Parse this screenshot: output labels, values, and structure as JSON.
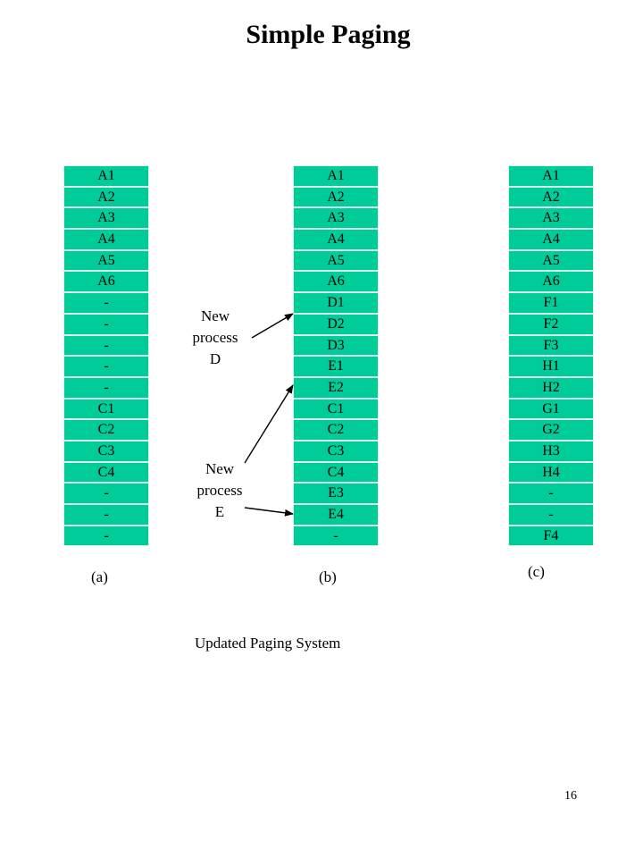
{
  "title": "Simple Paging",
  "columns": [
    {
      "label": "(a)",
      "frames": [
        "A1",
        "A2",
        "A3",
        "A4",
        "A5",
        "A6",
        "-",
        "-",
        "-",
        "-",
        "-",
        "C1",
        "C2",
        "C3",
        "C4",
        "-",
        "-",
        "-"
      ]
    },
    {
      "label": "(b)",
      "frames": [
        "A1",
        "A2",
        "A3",
        "A4",
        "A5",
        "A6",
        "D1",
        "D2",
        "D3",
        "E1",
        "E2",
        "C1",
        "C2",
        "C3",
        "C4",
        "E3",
        "E4",
        "-"
      ]
    },
    {
      "label": "(c)",
      "frames": [
        "A1",
        "A2",
        "A3",
        "A4",
        "A5",
        "A6",
        "F1",
        "F2",
        "F3",
        "H1",
        "H2",
        "G1",
        "G2",
        "H3",
        "H4",
        "-",
        "-",
        "F4"
      ]
    }
  ],
  "annotations": {
    "process_d": [
      "New",
      "process",
      "D"
    ],
    "process_e": [
      "New",
      "process",
      "E"
    ]
  },
  "caption": "Updated Paging System",
  "page_number": "16",
  "colors": {
    "frame_fill": "#00cc99",
    "frame_border": "#d9f5ea"
  }
}
